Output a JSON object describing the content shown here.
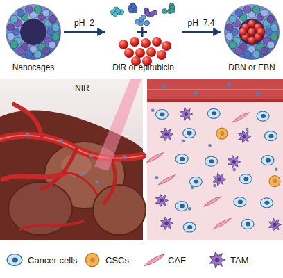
{
  "diagram": {
    "nodes": [
      {
        "text": [
          "Nanocages"
        ]
      },
      {
        "text": [
          "DiR or epirubicin"
        ]
      },
      {
        "text": [
          "DBN or EBN"
        ]
      }
    ],
    "edges": [
      {
        "from": 0,
        "to": 1,
        "label": "pH=2",
        "arrow": "to"
      },
      {
        "from": 1,
        "to": 2,
        "label": "pH=7.4",
        "arrow": "to"
      }
    ],
    "labels": [
      "NIR"
    ],
    "legend": [
      {
        "text": "Cancer cells"
      },
      {
        "text": "CSCs"
      },
      {
        "text": "CAF"
      },
      {
        "text": "TAM"
      }
    ]
  }
}
